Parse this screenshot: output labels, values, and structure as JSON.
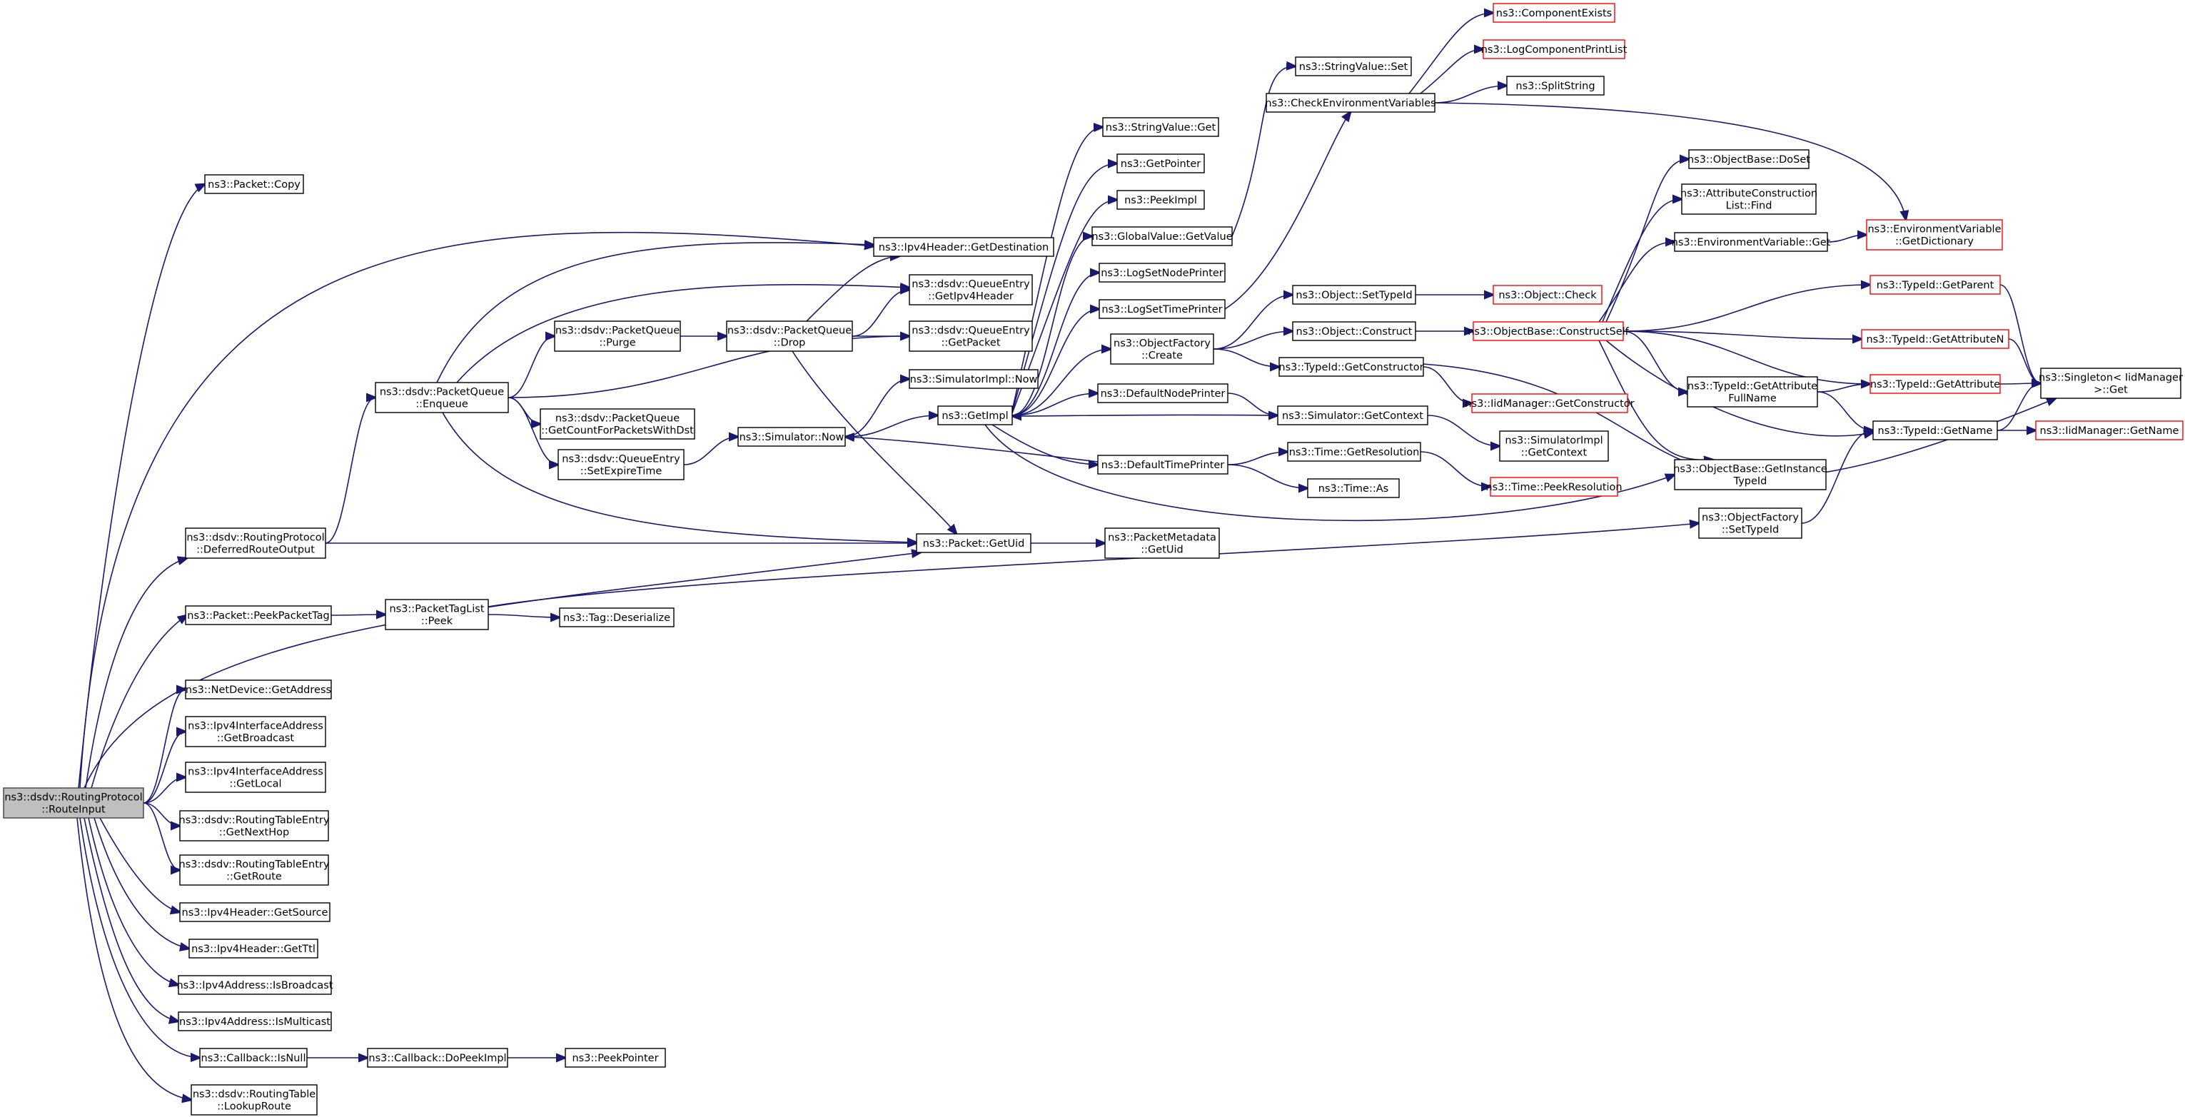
{
  "graph": {
    "nodes": [
      {
        "id": "root",
        "lines": [
          "ns3::dsdv::RoutingProtocol",
          "::RouteInput"
        ],
        "style": "root"
      },
      {
        "id": "pktCopy",
        "lines": [
          "ns3::Packet::Copy"
        ]
      },
      {
        "id": "ipv4GetDest",
        "lines": [
          "ns3::Ipv4Header::GetDestination"
        ]
      },
      {
        "id": "qeGetIpv4",
        "lines": [
          "ns3::dsdv::QueueEntry",
          "::GetIpv4Header"
        ]
      },
      {
        "id": "qeGetPacket",
        "lines": [
          "ns3::dsdv::QueueEntry",
          "::GetPacket"
        ]
      },
      {
        "id": "pqPurge",
        "lines": [
          "ns3::dsdv::PacketQueue",
          "::Purge"
        ]
      },
      {
        "id": "pqDrop",
        "lines": [
          "ns3::dsdv::PacketQueue",
          "::Drop"
        ]
      },
      {
        "id": "pqEnqueue",
        "lines": [
          "ns3::dsdv::PacketQueue",
          "::Enqueue"
        ]
      },
      {
        "id": "pqGetCount",
        "lines": [
          "ns3::dsdv::PacketQueue",
          "::GetCountForPacketsWithDst"
        ]
      },
      {
        "id": "qeSetExpire",
        "lines": [
          "ns3::dsdv::QueueEntry",
          "::SetExpireTime"
        ]
      },
      {
        "id": "deferred",
        "lines": [
          "ns3::dsdv::RoutingProtocol",
          "::DeferredRouteOutput"
        ]
      },
      {
        "id": "pktGetUid",
        "lines": [
          "ns3::Packet::GetUid"
        ]
      },
      {
        "id": "pmGetUid",
        "lines": [
          "ns3::PacketMetadata",
          "::GetUid"
        ]
      },
      {
        "id": "peekPacketTag",
        "lines": [
          "ns3::Packet::PeekPacketTag"
        ]
      },
      {
        "id": "ptlPeek",
        "lines": [
          "ns3::PacketTagList",
          "::Peek"
        ]
      },
      {
        "id": "tagDeser",
        "lines": [
          "ns3::Tag::Deserialize"
        ]
      },
      {
        "id": "ndGetAddr",
        "lines": [
          "ns3::NetDevice::GetAddress"
        ]
      },
      {
        "id": "iaGetBcast",
        "lines": [
          "ns3::Ipv4InterfaceAddress",
          "::GetBroadcast"
        ]
      },
      {
        "id": "iaGetLocal",
        "lines": [
          "ns3::Ipv4InterfaceAddress",
          "::GetLocal"
        ]
      },
      {
        "id": "rteNextHop",
        "lines": [
          "ns3::dsdv::RoutingTableEntry",
          "::GetNextHop"
        ]
      },
      {
        "id": "rteRoute",
        "lines": [
          "ns3::dsdv::RoutingTableEntry",
          "::GetRoute"
        ]
      },
      {
        "id": "ipv4GetSrc",
        "lines": [
          "ns3::Ipv4Header::GetSource"
        ]
      },
      {
        "id": "ipv4GetTtl",
        "lines": [
          "ns3::Ipv4Header::GetTtl"
        ]
      },
      {
        "id": "addrIsBcast",
        "lines": [
          "ns3::Ipv4Address::IsBroadcast"
        ]
      },
      {
        "id": "addrIsMcast",
        "lines": [
          "ns3::Ipv4Address::IsMulticast"
        ]
      },
      {
        "id": "cbIsNull",
        "lines": [
          "ns3::Callback::IsNull"
        ]
      },
      {
        "id": "cbDoPeek",
        "lines": [
          "ns3::Callback::DoPeekImpl"
        ]
      },
      {
        "id": "peekPointer",
        "lines": [
          "ns3::PeekPointer"
        ]
      },
      {
        "id": "rtLookup",
        "lines": [
          "ns3::dsdv::RoutingTable",
          "::LookupRoute"
        ]
      },
      {
        "id": "simNow",
        "lines": [
          "ns3::Simulator::Now"
        ]
      },
      {
        "id": "simImplNow",
        "lines": [
          "ns3::SimulatorImpl::Now"
        ]
      },
      {
        "id": "getImpl",
        "lines": [
          "ns3::GetImpl"
        ]
      },
      {
        "id": "strValGet",
        "lines": [
          "ns3::StringValue::Get"
        ]
      },
      {
        "id": "getPointer",
        "lines": [
          "ns3::GetPointer"
        ]
      },
      {
        "id": "peekImpl",
        "lines": [
          "ns3::PeekImpl"
        ]
      },
      {
        "id": "gvGetValue",
        "lines": [
          "ns3::GlobalValue::GetValue"
        ]
      },
      {
        "id": "logSetNode",
        "lines": [
          "ns3::LogSetNodePrinter"
        ]
      },
      {
        "id": "logSetTime",
        "lines": [
          "ns3::LogSetTimePrinter"
        ]
      },
      {
        "id": "ofCreate",
        "lines": [
          "ns3::ObjectFactory",
          "::Create"
        ]
      },
      {
        "id": "defNodePrinter",
        "lines": [
          "ns3::DefaultNodePrinter"
        ]
      },
      {
        "id": "defTimePrinter",
        "lines": [
          "ns3::DefaultTimePrinter"
        ]
      },
      {
        "id": "strValSet",
        "lines": [
          "ns3::StringValue::Set"
        ]
      },
      {
        "id": "checkEnv",
        "lines": [
          "ns3::CheckEnvironmentVariables"
        ]
      },
      {
        "id": "compExists",
        "lines": [
          "ns3::ComponentExists"
        ],
        "style": "red"
      },
      {
        "id": "logCompPrint",
        "lines": [
          "ns3::LogComponentPrintList"
        ],
        "style": "red"
      },
      {
        "id": "splitString",
        "lines": [
          "ns3::SplitString"
        ]
      },
      {
        "id": "objSetTypeId",
        "lines": [
          "ns3::Object::SetTypeId"
        ]
      },
      {
        "id": "objConstruct",
        "lines": [
          "ns3::Object::Construct"
        ]
      },
      {
        "id": "tidGetCtor",
        "lines": [
          "ns3::TypeId::GetConstructor"
        ]
      },
      {
        "id": "objCheck",
        "lines": [
          "ns3::Object::Check"
        ],
        "style": "red"
      },
      {
        "id": "obConstructSelf",
        "lines": [
          "ns3::ObjectBase::ConstructSelf"
        ],
        "style": "red"
      },
      {
        "id": "iidGetCtor",
        "lines": [
          "ns3::IidManager::GetConstructor"
        ],
        "style": "red"
      },
      {
        "id": "simGetContext",
        "lines": [
          "ns3::Simulator::GetContext"
        ]
      },
      {
        "id": "simImplGetCtx",
        "lines": [
          "ns3::SimulatorImpl",
          "::GetContext"
        ]
      },
      {
        "id": "timeGetRes",
        "lines": [
          "ns3::Time::GetResolution"
        ]
      },
      {
        "id": "timeAs",
        "lines": [
          "ns3::Time::As"
        ]
      },
      {
        "id": "timePeekRes",
        "lines": [
          "ns3::Time::PeekResolution"
        ],
        "style": "red"
      },
      {
        "id": "obDoSet",
        "lines": [
          "ns3::ObjectBase::DoSet"
        ]
      },
      {
        "id": "acFind",
        "lines": [
          "ns3::AttributeConstruction",
          "List::Find"
        ]
      },
      {
        "id": "envVarGet",
        "lines": [
          "ns3::EnvironmentVariable::Get"
        ]
      },
      {
        "id": "envVarDict",
        "lines": [
          "ns3::EnvironmentVariable",
          "::GetDictionary"
        ],
        "style": "red"
      },
      {
        "id": "tidGetParent",
        "lines": [
          "ns3::TypeId::GetParent"
        ],
        "style": "red"
      },
      {
        "id": "tidGetAttrN",
        "lines": [
          "ns3::TypeId::GetAttributeN"
        ],
        "style": "red"
      },
      {
        "id": "tidGetAttrFull",
        "lines": [
          "ns3::TypeId::GetAttribute",
          "FullName"
        ]
      },
      {
        "id": "tidGetAttr",
        "lines": [
          "ns3::TypeId::GetAttribute"
        ],
        "style": "red"
      },
      {
        "id": "tidGetName",
        "lines": [
          "ns3::TypeId::GetName"
        ]
      },
      {
        "id": "obGetInstTid",
        "lines": [
          "ns3::ObjectBase::GetInstance",
          "TypeId"
        ]
      },
      {
        "id": "ofSetTypeId",
        "lines": [
          "ns3::ObjectFactory",
          "::SetTypeId"
        ]
      },
      {
        "id": "singletonGet",
        "lines": [
          "ns3::Singleton< IidManager",
          ">::Get"
        ]
      },
      {
        "id": "iidGetName",
        "lines": [
          "ns3::IidManager::GetName"
        ],
        "style": "red"
      }
    ],
    "edges": [
      [
        "root",
        "pktCopy"
      ],
      [
        "root",
        "ipv4GetDest"
      ],
      [
        "root",
        "deferred"
      ],
      [
        "root",
        "pktGetUid"
      ],
      [
        "root",
        "peekPacketTag"
      ],
      [
        "root",
        "ndGetAddr"
      ],
      [
        "root",
        "iaGetBcast"
      ],
      [
        "root",
        "iaGetLocal"
      ],
      [
        "root",
        "rteNextHop"
      ],
      [
        "root",
        "rteRoute"
      ],
      [
        "root",
        "ipv4GetSrc"
      ],
      [
        "root",
        "ipv4GetTtl"
      ],
      [
        "root",
        "addrIsBcast"
      ],
      [
        "root",
        "addrIsMcast"
      ],
      [
        "root",
        "cbIsNull"
      ],
      [
        "root",
        "rtLookup"
      ],
      [
        "deferred",
        "pqEnqueue"
      ],
      [
        "deferred",
        "pktGetUid"
      ],
      [
        "pqEnqueue",
        "ipv4GetDest"
      ],
      [
        "pqEnqueue",
        "qeGetIpv4"
      ],
      [
        "pqEnqueue",
        "qeGetPacket"
      ],
      [
        "pqEnqueue",
        "pqPurge"
      ],
      [
        "pqEnqueue",
        "pqGetCount"
      ],
      [
        "pqEnqueue",
        "qeSetExpire"
      ],
      [
        "pqEnqueue",
        "pktGetUid"
      ],
      [
        "pqPurge",
        "pqDrop"
      ],
      [
        "pqDrop",
        "ipv4GetDest"
      ],
      [
        "pqDrop",
        "qeGetIpv4"
      ],
      [
        "pqDrop",
        "qeGetPacket"
      ],
      [
        "pqDrop",
        "pktGetUid"
      ],
      [
        "qeSetExpire",
        "simNow"
      ],
      [
        "simNow",
        "simImplNow"
      ],
      [
        "simNow",
        "getImpl"
      ],
      [
        "getImpl",
        "strValGet"
      ],
      [
        "getImpl",
        "getPointer"
      ],
      [
        "getImpl",
        "peekImpl"
      ],
      [
        "getImpl",
        "gvGetValue"
      ],
      [
        "getImpl",
        "logSetNode"
      ],
      [
        "getImpl",
        "logSetTime"
      ],
      [
        "getImpl",
        "ofCreate"
      ],
      [
        "getImpl",
        "defNodePrinter"
      ],
      [
        "getImpl",
        "defTimePrinter"
      ],
      [
        "getImpl",
        "obGetInstTid"
      ],
      [
        "gvGetValue",
        "strValSet"
      ],
      [
        "logSetTime",
        "checkEnv"
      ],
      [
        "checkEnv",
        "compExists"
      ],
      [
        "checkEnv",
        "logCompPrint"
      ],
      [
        "checkEnv",
        "splitString"
      ],
      [
        "checkEnv",
        "envVarDict"
      ],
      [
        "ofCreate",
        "objSetTypeId"
      ],
      [
        "ofCreate",
        "objConstruct"
      ],
      [
        "ofCreate",
        "tidGetCtor"
      ],
      [
        "objSetTypeId",
        "objCheck"
      ],
      [
        "objConstruct",
        "obConstructSelf"
      ],
      [
        "tidGetCtor",
        "iidGetCtor"
      ],
      [
        "tidGetCtor",
        "singletonGet"
      ],
      [
        "defNodePrinter",
        "simGetContext"
      ],
      [
        "simGetContext",
        "getImpl"
      ],
      [
        "simGetContext",
        "simImplGetCtx"
      ],
      [
        "defTimePrinter",
        "simNow"
      ],
      [
        "defTimePrinter",
        "timeGetRes"
      ],
      [
        "defTimePrinter",
        "timeAs"
      ],
      [
        "timeGetRes",
        "timePeekRes"
      ],
      [
        "obConstructSelf",
        "obDoSet"
      ],
      [
        "obConstructSelf",
        "acFind"
      ],
      [
        "obConstructSelf",
        "envVarGet"
      ],
      [
        "obConstructSelf",
        "tidGetParent"
      ],
      [
        "obConstructSelf",
        "tidGetAttrN"
      ],
      [
        "obConstructSelf",
        "tidGetAttrFull"
      ],
      [
        "obConstructSelf",
        "tidGetAttr"
      ],
      [
        "obConstructSelf",
        "tidGetName"
      ],
      [
        "obConstructSelf",
        "obGetInstTid"
      ],
      [
        "envVarGet",
        "envVarDict"
      ],
      [
        "tidGetAttrFull",
        "tidGetAttr"
      ],
      [
        "tidGetAttrFull",
        "tidGetName"
      ],
      [
        "tidGetParent",
        "singletonGet"
      ],
      [
        "tidGetAttrN",
        "singletonGet"
      ],
      [
        "tidGetAttr",
        "singletonGet"
      ],
      [
        "tidGetName",
        "singletonGet"
      ],
      [
        "tidGetName",
        "iidGetName"
      ],
      [
        "ofSetTypeId",
        "tidGetName"
      ],
      [
        "pktGetUid",
        "pmGetUid"
      ],
      [
        "peekPacketTag",
        "ptlPeek"
      ],
      [
        "ptlPeek",
        "tagDeser"
      ],
      [
        "ptlPeek",
        "ofSetTypeId"
      ],
      [
        "cbIsNull",
        "cbDoPeek"
      ],
      [
        "cbDoPeek",
        "peekPointer"
      ]
    ]
  }
}
